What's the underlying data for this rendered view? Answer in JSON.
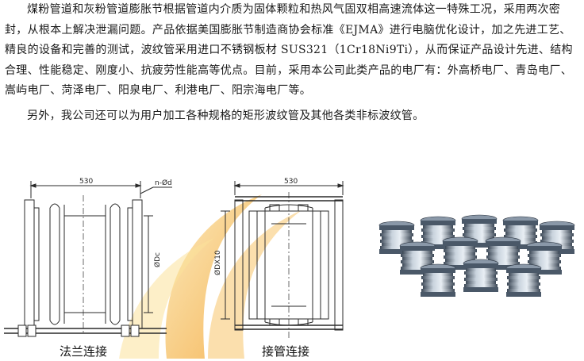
{
  "article": {
    "paragraph1": "煤粉管道和灰粉管道膨胀节根据管道内介质为固体颗粒和热风气固双相高速流体这一特殊工况，采用两次密封，从根本上解决泄漏问题。产品依据美国膨胀节制造商协会标准《EJMA》进行电脑优化设计，加之先进工艺、精良的设备和完善的测试，波纹管采用进口不锈钢板材 SUS321（1Cr18Ni9Ti），从而保证产品设计先进、结构合理、性能稳定、刚度小、抗疲劳性能高等优点。目前，采用本公司此类产品的电厂有：外高桥电厂、青岛电厂、嵩屿电厂、菏泽电厂、阳泉电厂、利港电厂、阳宗海电厂等。",
    "paragraph2": "另外，我公司还可以为用户加工各种规格的矩形波纹管及其他各类非标波纹管。"
  },
  "drawings": {
    "flange": {
      "dimension_top": "530",
      "hole_label": "n-Ød",
      "diameter_label": "ØDc",
      "caption": "法兰连接"
    },
    "welded": {
      "dimension_top": "530",
      "diameter_label": "ØDX10",
      "caption": "接管连接"
    }
  },
  "colors": {
    "swoosh_orange": "#f5b54a",
    "swoosh_yellow": "#fbe29a",
    "line": "#2a2a2a",
    "metal_dark": "#4a5868",
    "metal_light": "#c9d3dd"
  },
  "icons": {
    "photo": "bellows-product-photo"
  }
}
